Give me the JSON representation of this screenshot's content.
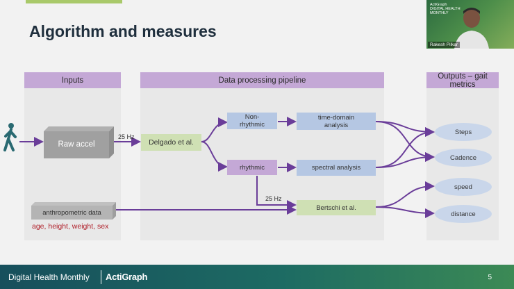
{
  "title": "Algorithm and measures",
  "columns": {
    "inputs": "Inputs",
    "pipeline": "Data processing pipeline",
    "outputs": "Outputs – gait metrics"
  },
  "nodes": {
    "raw_accel": "Raw accel",
    "delgado": "Delgado et al.",
    "non_rhythmic": "Non-rhythmic",
    "rhythmic": "rhythmic",
    "time_domain": "time-domain analysis",
    "spectral": "spectral analysis",
    "bertschi": "Bertschi et al.",
    "anthropometric": "anthropometric data"
  },
  "edge_labels": {
    "hz_top": "25 Hz",
    "hz_bottom": "25 Hz"
  },
  "anthropometric_fields": "age, height, weight, sex",
  "outputs": [
    "Steps",
    "Cadence",
    "speed",
    "distance"
  ],
  "footer": {
    "series": "Digital Health Monthly",
    "brand": "ActiGraph",
    "page": "5"
  },
  "webcam": {
    "name": "Rakesh Pilkar",
    "overlay_line1": "ActiGraph",
    "overlay_line2": "DIGITAL HEALTH MONTHLY"
  },
  "colors": {
    "header": "#c4a8d6",
    "blue_box": "#b5c7e3",
    "green_box": "#cfe0b4",
    "arrow": "#6a3d99",
    "title": "#1f2f3d"
  }
}
